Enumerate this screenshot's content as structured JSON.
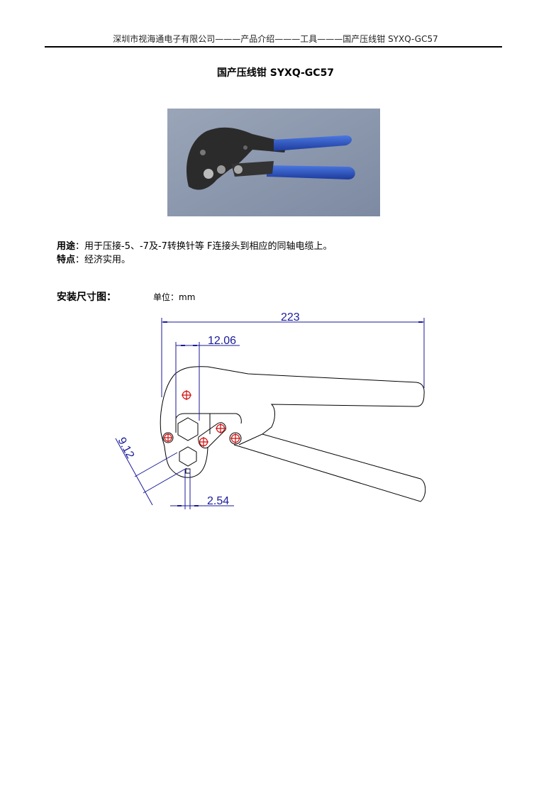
{
  "header": {
    "breadcrumb": "深圳市视海通电子有限公司———产品介绍———工具———国产压线钳 SYXQ-GC57"
  },
  "title": "国产压线钳 SYXQ-GC57",
  "description": {
    "usage_label": "用途",
    "usage_text": "：用于压接-5、-7及-7转换针等 F连接头到相应的同轴电缆上。",
    "feature_label": "特点",
    "feature_text": "：经济实用。"
  },
  "dimensions": {
    "heading": "安装尺寸图：",
    "unit": "单位：mm",
    "overall_length": "223",
    "hex_width": "12.06",
    "hex_pitch": "9.12",
    "tip_width": "2.54"
  },
  "colors": {
    "dimension": "#1a1a9a",
    "pivot": "#d01010",
    "handle": "#2a4fc0"
  }
}
